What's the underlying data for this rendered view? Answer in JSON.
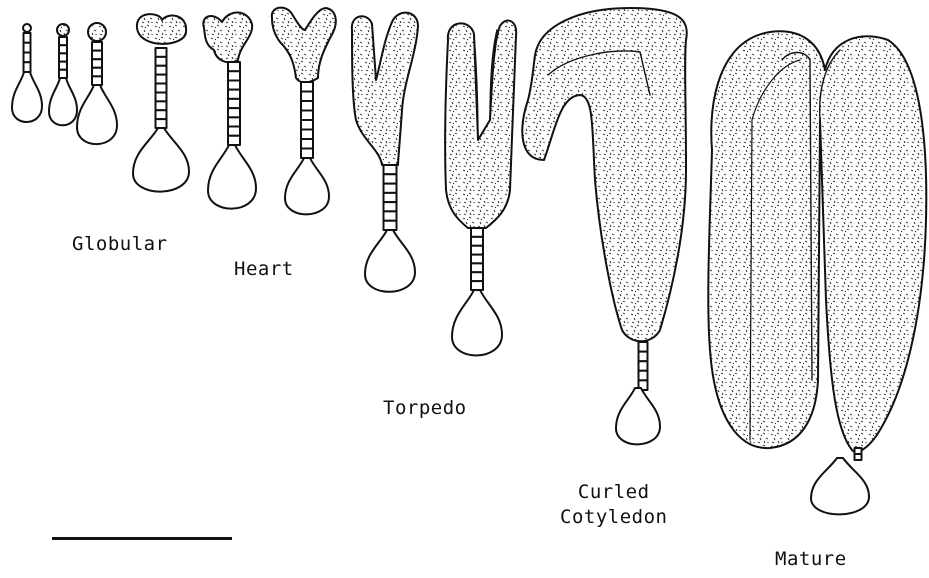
{
  "stages": [
    {
      "id": "globular",
      "label": "Globular"
    },
    {
      "id": "heart",
      "label": "Heart"
    },
    {
      "id": "torpedo",
      "label": "Torpedo"
    },
    {
      "id": "curled",
      "label_line1": "Curled",
      "label_line2": "Cotyledon"
    },
    {
      "id": "mature",
      "label": "Mature"
    }
  ],
  "colors": {
    "ink": "#111111",
    "stipple": "#222222",
    "background": "#ffffff"
  }
}
